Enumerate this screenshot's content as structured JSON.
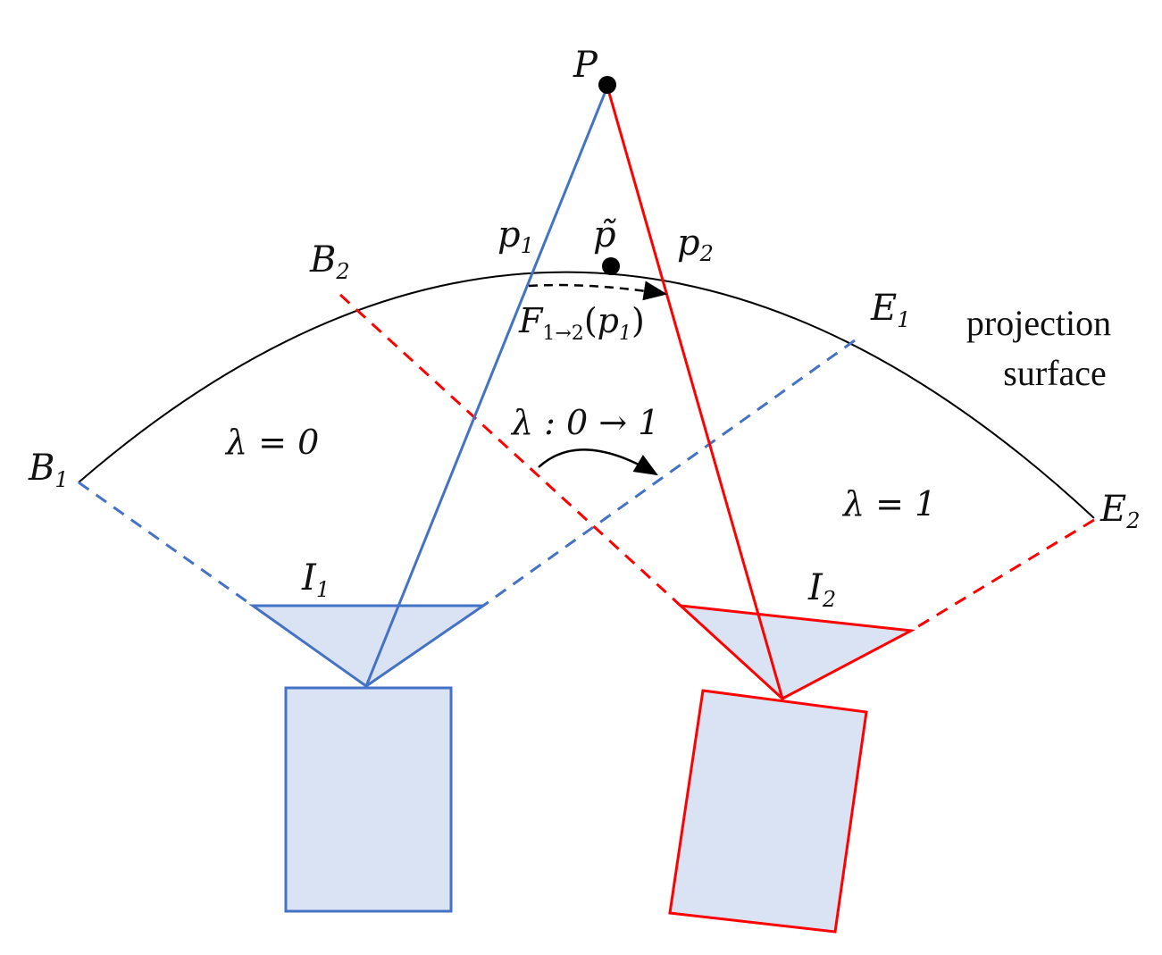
{
  "colors": {
    "camera1": "#4472c4",
    "camera2": "#ff0000",
    "fill": "#dae3f3",
    "surface": "#000000",
    "ink": "#111111"
  },
  "labels": {
    "P": "P",
    "p1_base": "p",
    "p1_sub": "1",
    "ptilde": "p̃",
    "p2_base": "p",
    "p2_sub": "2",
    "B1_base": "B",
    "B1_sub": "1",
    "B2_base": "B",
    "B2_sub": "2",
    "E1_base": "E",
    "E1_sub": "1",
    "E2_base": "E",
    "E2_sub": "2",
    "I1_base": "I",
    "I1_sub": "1",
    "I2_base": "I",
    "I2_sub": "2",
    "F_base": "F",
    "F_sub": "1→2",
    "F_arg_open": "(",
    "F_arg_base": "p",
    "F_arg_sub": "1",
    "F_arg_close": ")",
    "lambda0": "λ = 0",
    "lambda1": "λ = 1",
    "lambda_range": "λ : 0 → 1",
    "surface_line1": "projection",
    "surface_line2": "surface"
  }
}
